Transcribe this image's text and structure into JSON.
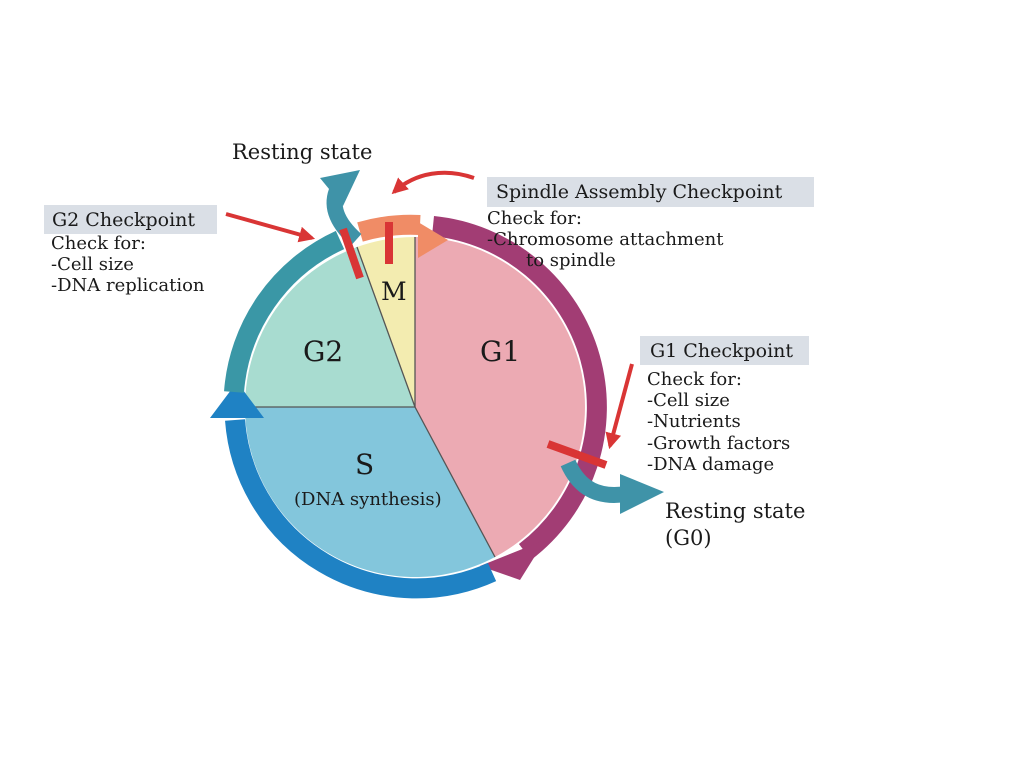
{
  "phases": {
    "g1": "G1",
    "g2": "G2",
    "m": "M",
    "s": "S",
    "s_sub": "(DNA synthesis)"
  },
  "resting_top": "Resting state",
  "resting_bottom": {
    "line1": "Resting state",
    "line2": "(G0)"
  },
  "spindle": {
    "title": "Spindle Assembly Checkpoint",
    "lines": [
      "Check for:",
      "-Chromosome attachment",
      "to spindle"
    ]
  },
  "g2_checkpoint": {
    "title": "G2 Checkpoint",
    "lines": [
      "Check for:",
      "-Cell size",
      "-DNA replication"
    ]
  },
  "g1_checkpoint": {
    "title": "G1 Checkpoint",
    "lines": [
      "Check for:",
      "-Cell size",
      "-Nutrients",
      "-Growth factors",
      "-DNA damage"
    ]
  },
  "colors": {
    "g1_fill": "#ecaab3",
    "g2_fill": "#a8dcd0",
    "s_fill": "#83c6dc",
    "m_fill": "#f3ecb0",
    "g1_ring": "#a23d74",
    "s_ring": "#1f82c4",
    "g2_ring": "#3a97a6",
    "m_ring": "#f08c66",
    "exit_arrow": "#3f93a8",
    "checkpoint_red": "#d93535",
    "title_bg": "#dadfe6"
  }
}
